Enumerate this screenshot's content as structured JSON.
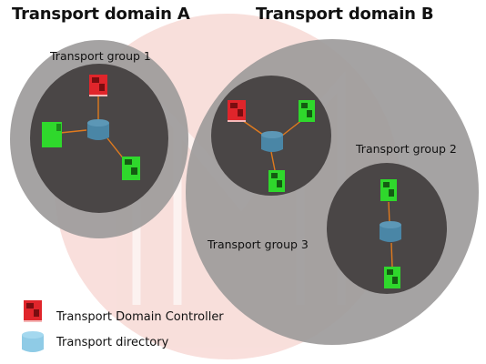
{
  "domains": [
    {
      "id": "A",
      "title": "Transport domain A"
    },
    {
      "id": "B",
      "title": "Transport domain B"
    }
  ],
  "groups": [
    {
      "id": "g1",
      "label": "Transport group 1"
    },
    {
      "id": "g2",
      "label": "Transport group 2"
    },
    {
      "id": "g3",
      "label": "Transport group 3"
    }
  ],
  "legend": {
    "controller": "Transport Domain Controller",
    "directory": "Transport directory"
  },
  "colors": {
    "domain_fill": "#9a9a9a",
    "group_fill": "#4a4646",
    "directory": "#4a86a6",
    "directory_legend": "#8fcbe6",
    "controller": "#e0252b",
    "system": "#2fd82c",
    "link": "#e07a1e",
    "watermark": "#f7dcd9"
  }
}
